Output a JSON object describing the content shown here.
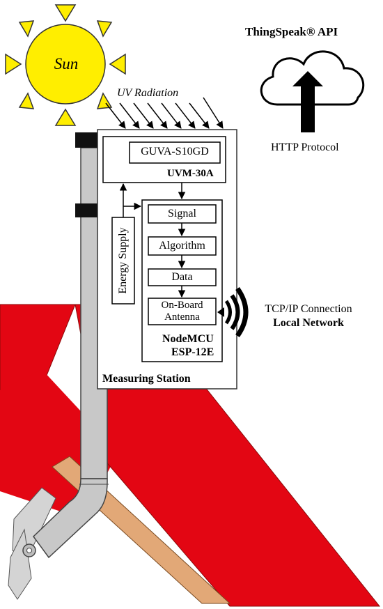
{
  "sun": {
    "label": "Sun"
  },
  "uv": {
    "label": "UV Radiation"
  },
  "cloud": {
    "api_label": "ThingSpeak® API",
    "protocol_label": "HTTP Protocol"
  },
  "station": {
    "label": "Measuring Station",
    "sensor_chip": "GUVA-S10GD",
    "sensor_module": "UVM-30A",
    "energy": "Energy Supply",
    "mcu": {
      "steps": [
        "Signal",
        "Algorithm",
        "Data"
      ],
      "antenna_line1": "On-Board",
      "antenna_line2": "Antenna",
      "name_line1": "NodeMCU",
      "name_line2": "ESP-12E"
    }
  },
  "network": {
    "line1": "TCP/IP Connection",
    "line2": "Local Network"
  },
  "colors": {
    "roof": "#e30613",
    "pole": "#c8c8c8",
    "beam": "#e2a877",
    "sun": "#ffee00",
    "bracket": "#d4d4d4"
  }
}
